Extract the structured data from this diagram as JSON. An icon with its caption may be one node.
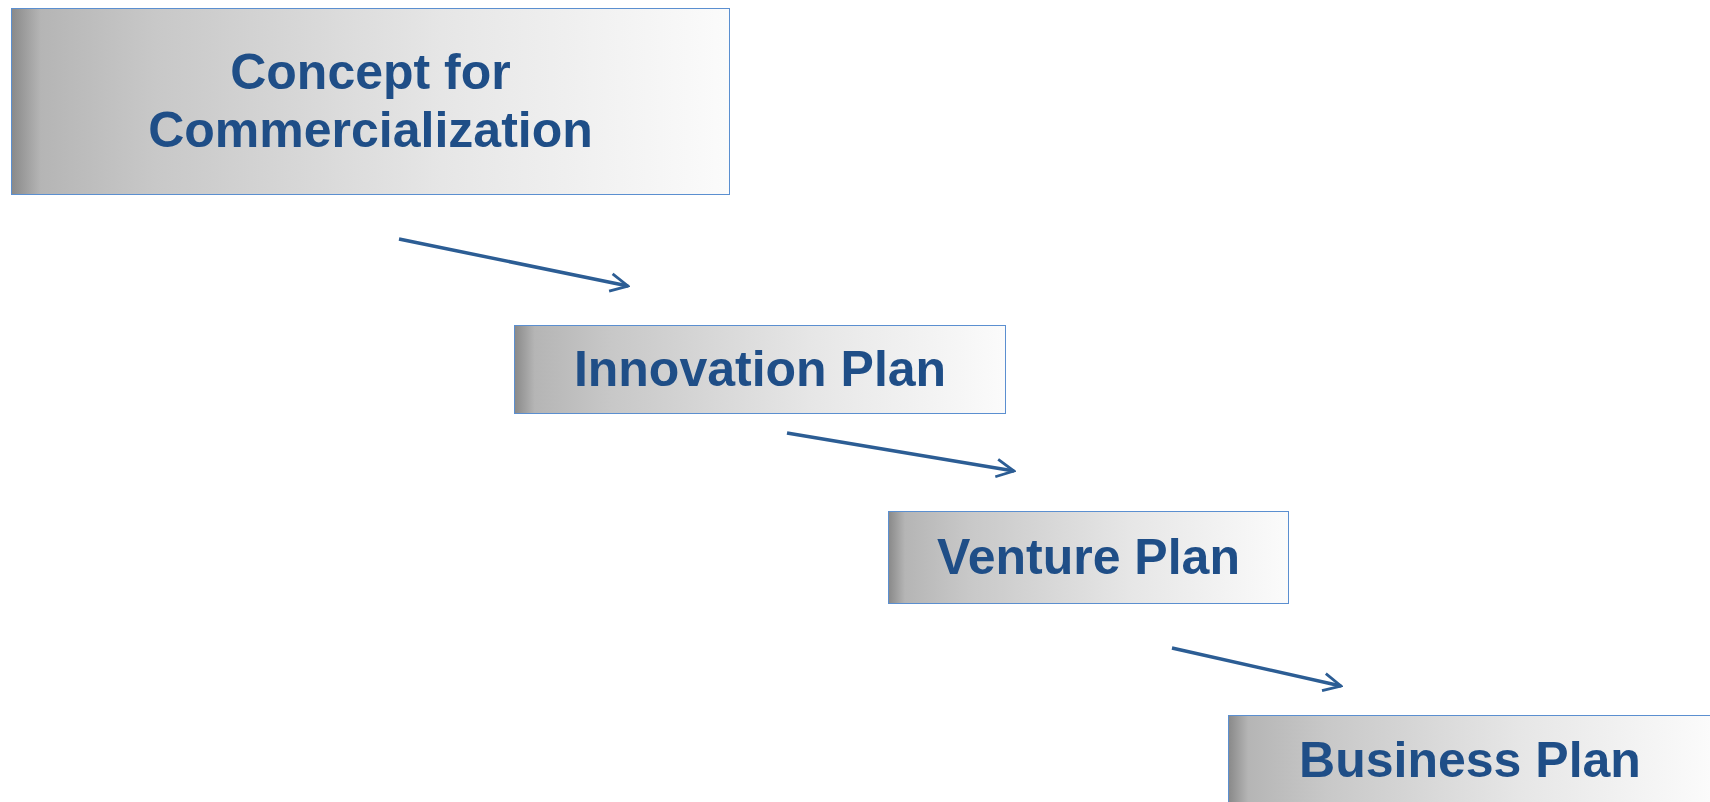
{
  "diagram": {
    "nodes": [
      {
        "text": [
          "Concept for Commercialization"
        ]
      },
      {
        "text": [
          "Innovation Plan"
        ]
      },
      {
        "text": [
          "Venture Plan"
        ]
      },
      {
        "text": [
          "Business Plan"
        ]
      }
    ],
    "edges": [
      {
        "from": 0,
        "to": 1,
        "arrow": "to"
      },
      {
        "from": 1,
        "to": 2,
        "arrow": "to"
      },
      {
        "from": 2,
        "to": 3,
        "arrow": "to"
      }
    ]
  }
}
